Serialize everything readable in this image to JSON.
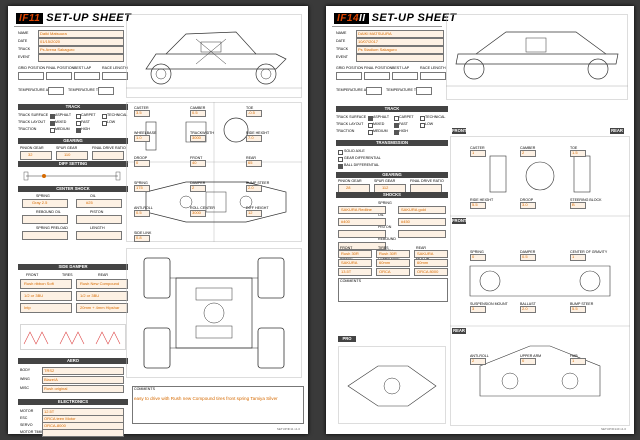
{
  "left": {
    "logo": "IF11",
    "title": "SET-UP SHEET",
    "header_labels": [
      "NAME",
      "DATE",
      "TRACK",
      "EVENT"
    ],
    "header_values": [
      "Daiki Matsuura",
      "01/15/2020",
      "Ps Arena Sakaguro",
      ""
    ],
    "row_labels": [
      "GRID POSITION",
      "FINAL POSITION",
      "BEST LAP",
      "RACE LENGTH"
    ],
    "temp_labels": [
      "TEMPERATURE AIR",
      "TEMPERATURE TRACK"
    ],
    "sections": {
      "track": "TRACK",
      "gearing": "GEARING",
      "diff": "DIFF SETTING",
      "center_shock": "CENTER SHOCK",
      "side_dampers": "SIDE DAMPER",
      "aero": "AERO",
      "electronics": "ELECTRONICS"
    },
    "track_rows": [
      "TRACK SURFACE",
      "TRACK LAYOUT",
      "TRACTION"
    ],
    "track_opts": [
      "ASPHALT",
      "CARPET",
      "TECHNICAL",
      "MIXED",
      "FAST",
      "LOW",
      "MEDIUM",
      "HIGH"
    ],
    "gearing_labels": [
      "PINION GEAR",
      "SPUR GEAR",
      "FINAL DRIVE RATIO"
    ],
    "gearing_values": [
      "32",
      "110",
      ""
    ],
    "center_shock_labels": [
      "SPRING",
      "OIL",
      "REBOUND OIL",
      "PISTON",
      "SPRING PRELOAD",
      "LENGTH"
    ],
    "center_shock_values": [
      "Gray 2.5",
      "#25",
      "",
      "",
      ""
    ],
    "tires_labels": [
      "FRONT",
      "TIRES",
      "REAR"
    ],
    "tires_values": [
      "Rush ribbon Soft",
      "Rush New Compound",
      "1/2 or 3BU",
      "1/2 or 3BU",
      "Intp",
      "20mm + 4mm Hipshar"
    ],
    "aero_labels": [
      "BODY",
      "WING",
      "MISC"
    ],
    "aero_values": [
      "TRS2",
      "Blaze/A",
      "Rush original"
    ],
    "elec_labels": [
      "MOTOR",
      "ESC",
      "SERVO",
      "MOTOR TIMING"
    ],
    "elec_values": [
      "12.5T",
      "ORCA teen Motor",
      "ORCA-8000"
    ],
    "comments_label": "COMMENTS",
    "comments": "easy to drive with Rush new Compound tires front spring Tamiya Silver",
    "drawing_labels": [
      "CASTER",
      "CAMBER",
      "TOE",
      "WHEELBASE",
      "TRACKWIDTH",
      "RIDE HEIGHT",
      "DROOP",
      "FRONT",
      "REAR",
      "SPRING",
      "DAMPER",
      "BUMP STEER",
      "ANTI-ROLL",
      "ROLL CENTER",
      "DIFF HEIGHT",
      "SIDE LINK"
    ],
    "drawing_values": [
      "3.5",
      "0.5",
      "-0.5",
      "1.0",
      "3000",
      "7.0",
      "0",
      "40",
      "65",
      "175",
      "2",
      "2.0",
      "0.5",
      "3000",
      "12",
      "0.8"
    ],
    "footer": "SETUP/IF11 v1.0"
  },
  "right": {
    "logo": "IF14",
    "logo_suffix": "II",
    "title": "SET-UP SHEET",
    "header_labels": [
      "NAME",
      "DATE",
      "TRACK",
      "EVENT"
    ],
    "header_values": [
      "DAIKI MATSUURA",
      "10/07/2017",
      "Ps Stadium Sakaguro",
      ""
    ],
    "row_labels": [
      "GRID POSITION",
      "FINAL POSITION",
      "BEST LAP",
      "RACE LENGTH"
    ],
    "temp_labels": [
      "TEMPERATURE AIR",
      "TEMPERATURE TRACK"
    ],
    "sections": {
      "track": "TRACK",
      "front": "FRONT",
      "rear": "REAR",
      "transmission": "TRANSMISSION",
      "gearing": "GEARING",
      "shocks": "SHOCKS",
      "pro_system": "PRO SYSTEM"
    },
    "transmission_opts": [
      "SOLID AXLE",
      "GEAR DIFFERENTIAL",
      "BALL DIFFERENTIAL"
    ],
    "gearing_labels": [
      "PINION GEAR",
      "SPUR GEAR",
      "FINAL DRIVE RATIO"
    ],
    "gearing_values": [
      "28",
      "112",
      ""
    ],
    "shock_labels": [
      "SPRING",
      "OIL",
      "PISTON",
      "REBOUND",
      "LENGTH"
    ],
    "shock_values": [
      "SAKURA Redline",
      "SAKURA gold",
      "#400",
      "#450",
      "",
      "",
      ""
    ],
    "tire_labels": [
      "FRONT",
      "TIRES",
      "REAR",
      "INSERT",
      "COMPOUND",
      "MOTOR",
      "ESC",
      "SERVO"
    ],
    "tire_values": [
      "Rush 30R",
      "Rush 30R",
      "SAKURA",
      "SAKURA",
      "60mm",
      "60mm",
      "13.5T",
      "ORCA",
      "ORCA 8000"
    ],
    "comments_label": "COMMENTS",
    "drawing_labels": [
      "CASTER",
      "CAMBER",
      "TOE",
      "RIDE HEIGHT",
      "DROOP",
      "STEERING BLOCK",
      "SPRING",
      "DAMPER",
      "CENTER OF GRAVITY",
      "SUSPENSION MOUNT",
      "BALLAST",
      "BUMP STEER",
      "ANTI-ROLL",
      "UPPER ARM",
      "HUB"
    ],
    "drawing_values": [
      "1",
      "2",
      "1.5",
      "5.5",
      "3.0",
      "B",
      "0",
      "0.5",
      "1",
      "3",
      "2.0",
      "5.5",
      "2",
      "0",
      "1"
    ],
    "footer": "SETUP/IF14II v1.0"
  }
}
